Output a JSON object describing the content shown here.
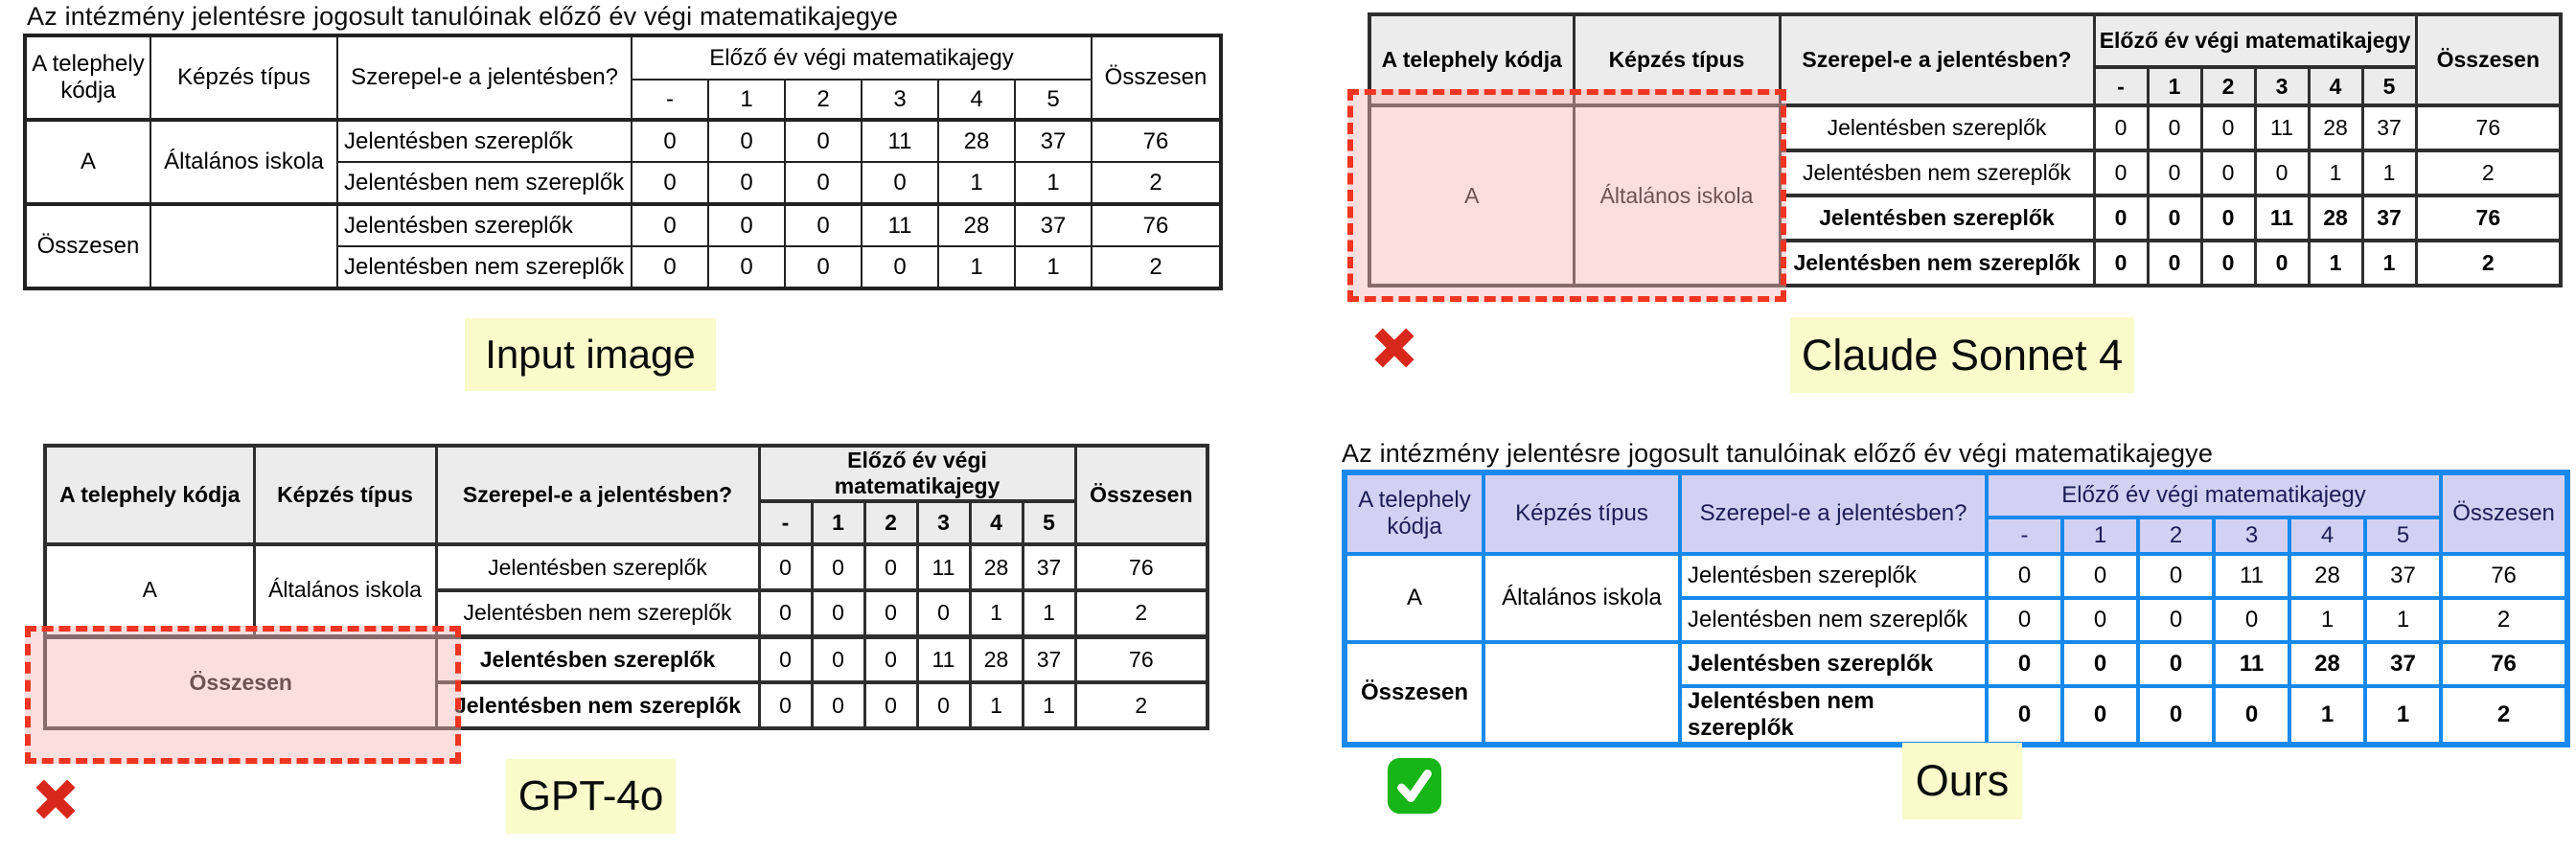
{
  "table_title": "Az intézmény jelentésre jogosult tanulóinak előző év végi matematikajegye",
  "columns": {
    "site_code": "A telephely kódja",
    "training_type": "Képzés típus",
    "in_report": "Szerepel-e a jelentésben?",
    "grade_group": "Előző év végi matematikajegy",
    "grade_ticks": [
      "-",
      "1",
      "2",
      "3",
      "4",
      "5"
    ],
    "total": "Összesen"
  },
  "row_labels": {
    "site": "A",
    "training": "Általános iskola",
    "included": "Jelentésben szereplők",
    "not_included": "Jelentésben nem szereplők",
    "total": "Összesen"
  },
  "values": {
    "included": [
      "0",
      "0",
      "0",
      "11",
      "28",
      "37",
      "76"
    ],
    "not_included": [
      "0",
      "0",
      "0",
      "0",
      "1",
      "1",
      "2"
    ]
  },
  "panels": {
    "input": {
      "label": "Input image"
    },
    "claude": {
      "label": "Claude Sonnet 4",
      "verdict_icon": "cross-mark"
    },
    "gpt": {
      "label": "GPT-4o",
      "verdict_icon": "cross-mark"
    },
    "ours": {
      "label": "Ours",
      "verdict_icon": "check-mark"
    }
  },
  "colors": {
    "label_bg": "#fafacb",
    "table_line": "#222222",
    "model_line": "#2e2e2e",
    "model_header_bg": "#ececec",
    "ours_border": "#1789ec",
    "ours_header_bg": "#d3d1f3",
    "ours_header_text": "#1c1c55",
    "error_fill": "rgba(247,182,182,0.45)",
    "error_dash": "#ef3422",
    "cross_red": "#d8271c",
    "check_green": "#17b517"
  }
}
